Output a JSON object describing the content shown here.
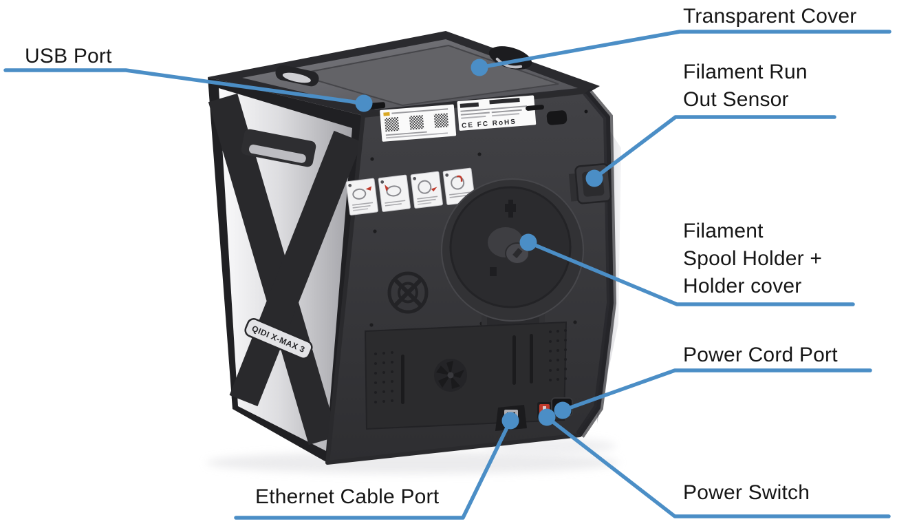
{
  "meta": {
    "description": "Rear-view diagram of a 3D printer with callout labels for external parts"
  },
  "colors": {
    "leader_line": "#4b8ec6",
    "label_text": "#161616",
    "power_switch_red": "#c0392b"
  },
  "labels": {
    "transparent_cover": "Transparent Cover",
    "usb_port": "USB Port",
    "filament_runout_sensor": "Filament Run\nOut Sensor",
    "spool_holder": "Filament\nSpool Holder +\nHolder cover",
    "power_cord_port": "Power Cord Port",
    "power_switch": "Power Switch",
    "ethernet_port": "Ethernet Cable Port"
  },
  "printer": {
    "brand_badge": "QIDI X-MAX 3",
    "sticker_cert_marks": "CE FC RoHS"
  }
}
